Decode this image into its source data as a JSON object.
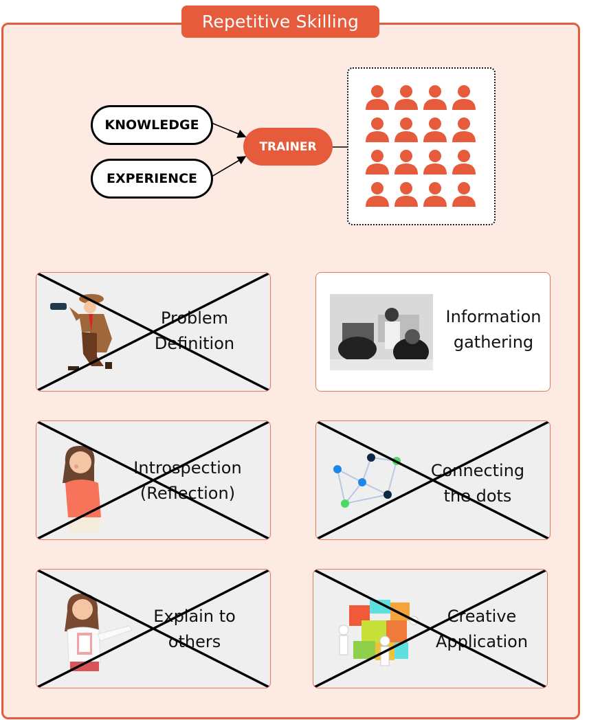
{
  "title": "Repetitive Skilling",
  "flow": {
    "inputs": [
      {
        "label": "KNOWLEDGE"
      },
      {
        "label": "EXPERIENCE"
      }
    ],
    "trainer": {
      "label": "TRAINER"
    },
    "learners": {
      "icon": "person-icon",
      "count": 16,
      "rows": 4,
      "columns": 4
    }
  },
  "colors": {
    "accent": "#e55b3c",
    "frame_bg": "#fdebe3",
    "card_crossed_bg": "#efefef",
    "card_active_bg": "#ffffff",
    "cross_line": "#000000"
  },
  "cards": [
    {
      "line1": "Problem",
      "line2": "Definition",
      "illustration": "detective-with-binoculars",
      "crossed_out": true
    },
    {
      "line1": "Information",
      "line2": "gathering",
      "illustration": "classroom-photo",
      "crossed_out": false
    },
    {
      "line1": "Introspection",
      "line2": "(Reflection)",
      "illustration": "thinking-woman",
      "crossed_out": true
    },
    {
      "line1": "Connecting",
      "line2": "the dots",
      "illustration": "network-dots",
      "crossed_out": true
    },
    {
      "line1": "Explain to",
      "line2": "others",
      "illustration": "presenting-woman",
      "crossed_out": true
    },
    {
      "line1": "Creative",
      "line2": "Application",
      "illustration": "puzzle-cube",
      "crossed_out": true
    }
  ]
}
